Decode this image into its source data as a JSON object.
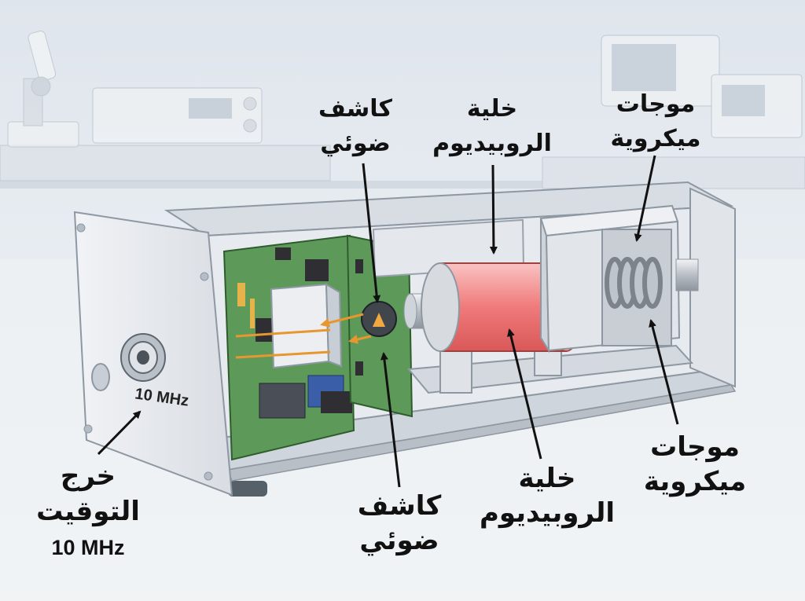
{
  "labels": {
    "photodetector_top": {
      "line1": "كاشف",
      "line2": "ضوئي"
    },
    "rubidium_cell_top": {
      "line1": "خلية",
      "line2": "الروبيديوم"
    },
    "microwave_top": {
      "line1": "موجات",
      "line2": "ميكروية"
    },
    "timing_output": {
      "line1": "خرج",
      "line2": "التوقيت",
      "line3": "10 MHz"
    },
    "photodetector_bottom": {
      "line1": "كاشف",
      "line2": "ضوئي"
    },
    "rubidium_cell_bottom": {
      "line1": "خلية",
      "line2": "الروبيديوم"
    },
    "microwave_bottom": {
      "line1": "موجات",
      "line2": "ميكروية"
    }
  },
  "port_marking": "10 MHz",
  "colors": {
    "enclosure": "#e4e8ed",
    "pcb": "#5d9a5a",
    "cell_glow": "#f07a7a",
    "light_path": "#f0a040",
    "background": "#e9eef3"
  }
}
